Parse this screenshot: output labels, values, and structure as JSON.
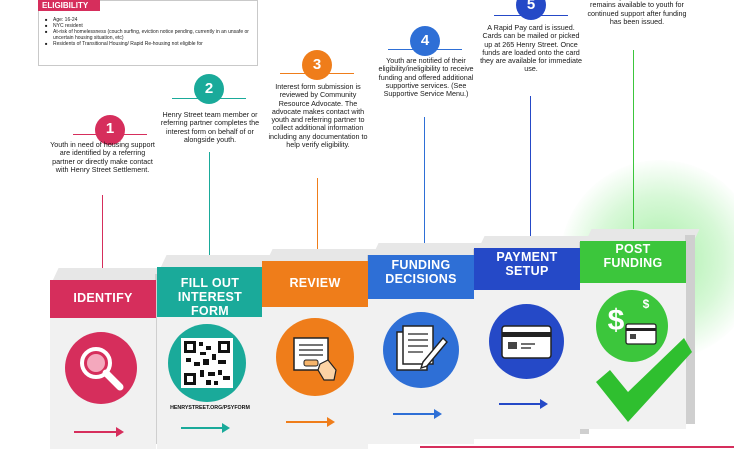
{
  "eligibility": {
    "title": "ELIGIBILITY",
    "items": [
      "Age: 16-24",
      "NYC resident",
      "At-risk of homelessness (couch surfing, eviction notice pending, currently in an unsafe or uncertain housing situation, etc)",
      "Residents of Transitional Housing/ Rapid Re-housing not eligible for"
    ]
  },
  "steps": [
    {
      "number": "1",
      "title": "IDENTIFY",
      "icon": "magnifier-icon",
      "color": "#d62e5c",
      "text": "Youth in need of housing support are identified by a referring partner or directly make contact with Henry Street Settlement."
    },
    {
      "number": "2",
      "title": "FILL OUT INTEREST FORM",
      "icon": "qr-code-icon",
      "color": "#1aaa9a",
      "text": "Henry Street team member or referring partner completes the interest form on behalf of or alongside youth.",
      "web": "HENRYSTREET.ORG/PSYFORM"
    },
    {
      "number": "3",
      "title": "REVIEW",
      "icon": "document-hand-icon",
      "color": "#ef7d1a",
      "text": "Interest form submission is reviewed by Community Resource Advocate. The advocate makes contact with youth and referring partner to collect additional information including any documentation to help verify eligibility."
    },
    {
      "number": "4",
      "title": "FUNDING DECISIONS",
      "icon": "documents-pen-icon",
      "color": "#2e6fd6",
      "text": "Youth are notified of their eligibility/ineligibility to receive funding and offered additional supportive services. (See Supportive Service Menu.)"
    },
    {
      "number": "5",
      "title": "PAYMENT SETUP",
      "icon": "credit-card-icon",
      "color": "#2549c7",
      "text": "A Rapid Pay card is issued. Cards can be mailed or picked up at 265 Henry Street. Once funds are loaded onto the card they are available for immediate use."
    },
    {
      "number": "",
      "title": "POST FUNDING",
      "icon": "money-card-icon",
      "color": "#3cc63c",
      "text": "Community Resource Advocate remains available to youth for continued support after funding has been issued."
    }
  ],
  "colors": {
    "checkmark": "#2fbf2f",
    "glow": "#5fe35f"
  }
}
